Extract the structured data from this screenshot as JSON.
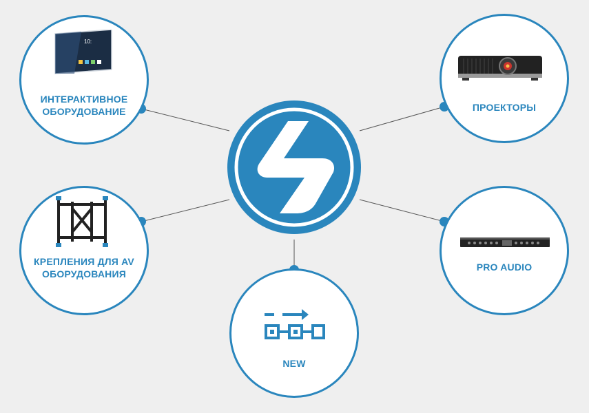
{
  "colors": {
    "accent": "#2a86bd",
    "accent_dark": "#1f6f9f",
    "background": "#efefef",
    "card": "#ffffff",
    "line": "#555555"
  },
  "center": {
    "icon": "brand-logo-icon"
  },
  "categories": [
    {
      "id": "interactive",
      "label": "ИНТЕРАКТИВНОЕ\nОБОРУДОВАНИЕ",
      "icon": "interactive-display-icon"
    },
    {
      "id": "projectors",
      "label": "ПРОЕКТОРЫ",
      "icon": "projector-icon"
    },
    {
      "id": "mounts",
      "label": "КРЕПЛЕНИЯ ДЛЯ AV\nОБОРУДОВАНИЯ",
      "icon": "av-mount-icon"
    },
    {
      "id": "pro-audio",
      "label": "PRO AUDIO",
      "icon": "audio-rack-icon"
    },
    {
      "id": "new",
      "label": "NEW",
      "icon": "new-flow-icon"
    }
  ]
}
